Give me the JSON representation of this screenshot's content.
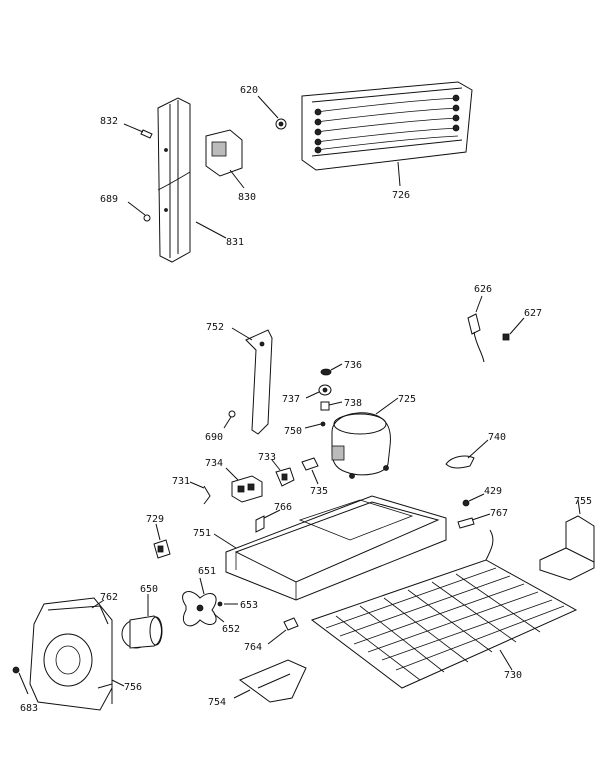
{
  "labels": {
    "p832": "832",
    "p689": "689",
    "p831": "831",
    "p830": "830",
    "p620": "620",
    "p726": "726",
    "p626": "626",
    "p627": "627",
    "p752": "752",
    "p736": "736",
    "p737": "737",
    "p738": "738",
    "p725": "725",
    "p750": "750",
    "p690": "690",
    "p740": "740",
    "p734": "734",
    "p733": "733",
    "p731": "731",
    "p735": "735",
    "p429": "429",
    "p755": "755",
    "p767": "767",
    "p766": "766",
    "p729": "729",
    "p751": "751",
    "p762": "762",
    "p650": "650",
    "p651": "651",
    "p653": "653",
    "p652": "652",
    "p764": "764",
    "p730": "730",
    "p756": "756",
    "p683": "683",
    "p754": "754"
  }
}
